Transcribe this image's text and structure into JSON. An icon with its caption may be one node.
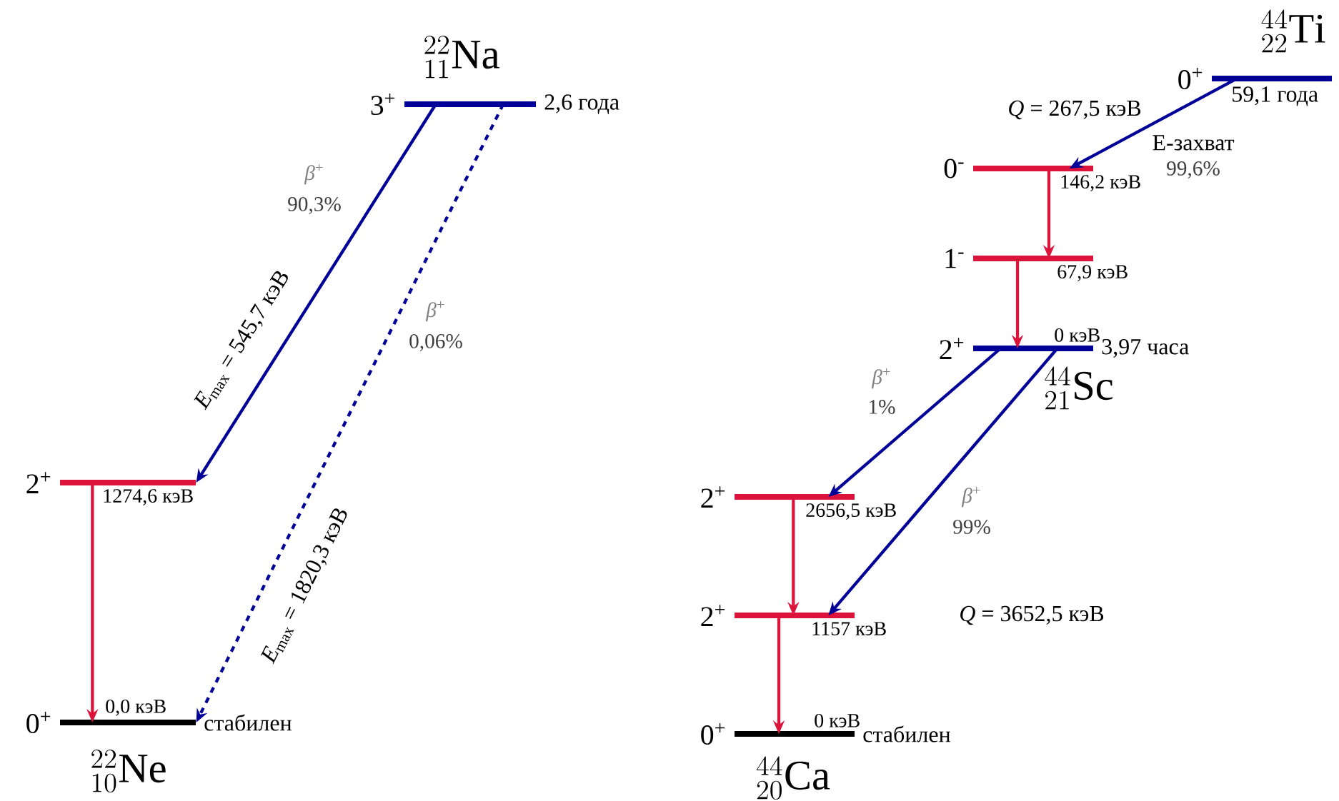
{
  "diagram": {
    "nodes": [
      {
        "text": [
          "3$^{+}$"
        ],
        "beside": [
          "2,6 года"
        ]
      },
      {
        "text": [
          "2$^{+}$",
          "1274,6 кэВ"
        ]
      },
      {
        "text": [
          "0$^{+}$",
          "0,0 кэВ"
        ],
        "beside": [
          "стабилен"
        ]
      },
      {
        "text": [
          "0$^{+}$"
        ],
        "beside": [
          "59,1 года"
        ]
      },
      {
        "text": [
          "0$^{-}$",
          "146,2 кэВ"
        ]
      },
      {
        "text": [
          "1$^{-}$",
          "67,9 кэВ"
        ]
      },
      {
        "text": [
          "2$^{+}$",
          "0 кэВ"
        ],
        "beside": [
          "3,97 часа"
        ]
      },
      {
        "text": [
          "2$^{+}$",
          "2656,5 кэВ"
        ]
      },
      {
        "text": [
          "2$^{+}$",
          "1157 кэВ"
        ]
      },
      {
        "text": [
          "0$^{+}$",
          "0 кэВ"
        ],
        "beside": [
          "стабилен"
        ]
      }
    ],
    "edges": [
      {
        "from": 0,
        "to": 1,
        "arrow": "to",
        "color": "#000099",
        "label": "*E*$_{max}$ = 545,7 кэВ"
      },
      {
        "from": 0,
        "to": 2,
        "arrow": "to",
        "color": "#000099",
        "style": "dashed",
        "label": "*E*$_{max}$ = 1820,3 кэВ"
      },
      {
        "from": 1,
        "to": 2,
        "arrow": "to",
        "color": "#dc143c"
      },
      {
        "from": 3,
        "to": 4,
        "arrow": "to",
        "color": "#000099",
        "label": "*Q* = 267,5 кэВ"
      },
      {
        "from": 4,
        "to": 5,
        "arrow": "to",
        "color": "#dc143c"
      },
      {
        "from": 5,
        "to": 6,
        "arrow": "to",
        "color": "#dc143c"
      },
      {
        "from": 6,
        "to": 7,
        "arrow": "to",
        "color": "#000099"
      },
      {
        "from": 6,
        "to": 8,
        "arrow": "to",
        "color": "#000099"
      },
      {
        "from": 7,
        "to": 8,
        "arrow": "to",
        "color": "#dc143c"
      },
      {
        "from": 8,
        "to": 9,
        "arrow": "to",
        "color": "#dc143c"
      }
    ],
    "labels": [
      "{}^{22}_{11}\\mathrm{Na}",
      "{}^{44}_{22}\\mathrm{Ti}",
      "*β*$^{+}$",
      "90,3%",
      "E-захват",
      "99,6%",
      "*β*$^{+}$",
      "0,06%",
      "*β*$^{+}$",
      "1%",
      "{}^{44}_{21}\\mathrm{Sc}",
      "*β*$^{+}$",
      "99%",
      "*Q* = 3652,5 кэВ",
      "{}^{22}_{10}\\mathrm{Ne}",
      "{}^{44}_{20}\\mathrm{Ca}"
    ]
  }
}
